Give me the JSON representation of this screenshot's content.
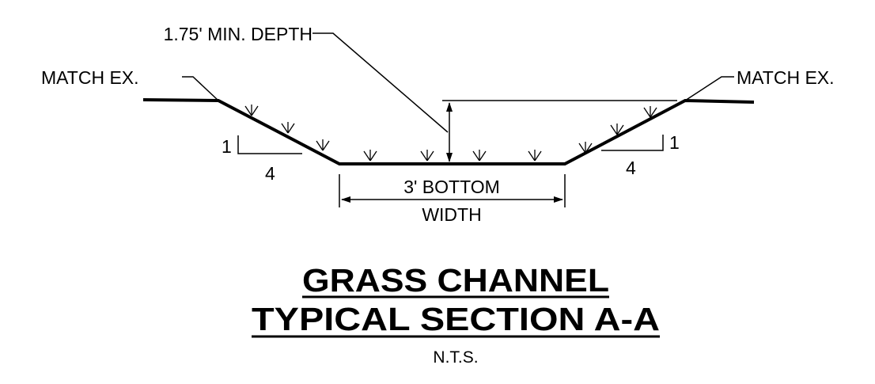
{
  "labels": {
    "min_depth": "1.75' MIN. DEPTH",
    "match_left": "MATCH EX.",
    "match_right": "MATCH EX.",
    "slope_left_rise": "1",
    "slope_left_run": "4",
    "slope_right_rise": "1",
    "slope_right_run": "4",
    "bottom_line1": "3' BOTTOM",
    "bottom_line2": "WIDTH"
  },
  "title": {
    "line1": "GRASS CHANNEL",
    "line2": "TYPICAL SECTION A-A",
    "scale": "N.T.S."
  }
}
